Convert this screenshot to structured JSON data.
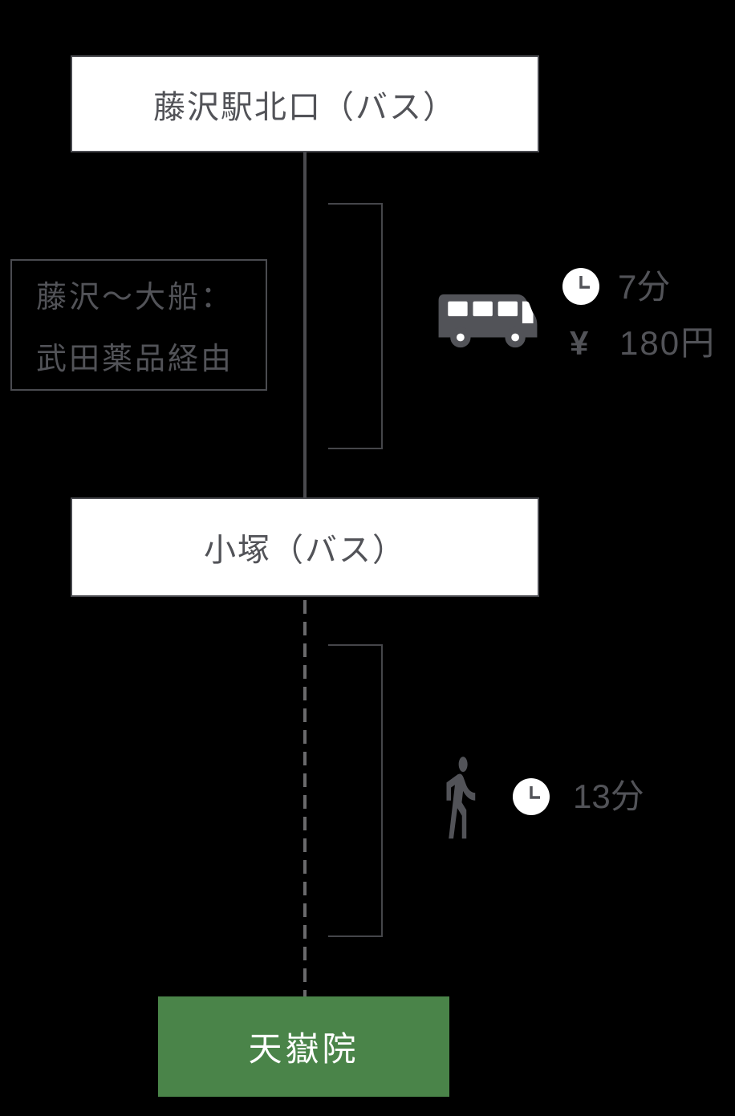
{
  "stations": [
    {
      "label": "藤沢駅北口（バス）",
      "type": "start"
    },
    {
      "label": "小塚（バス）",
      "type": "transfer"
    },
    {
      "label": "天嶽院",
      "type": "destination"
    }
  ],
  "segments": [
    {
      "mode": "bus",
      "mode_icon": "bus-icon",
      "time_icon": "clock-icon",
      "line_style": "solid",
      "note_lines": [
        "藤沢〜大船：",
        "武田薬品経由"
      ],
      "duration": "7分",
      "fare_symbol": "¥",
      "fare": "180円"
    },
    {
      "mode": "walk",
      "mode_icon": "walk-icon",
      "time_icon": "clock-icon",
      "line_style": "dashed",
      "duration": "13分"
    }
  ],
  "colors": {
    "background": "#000000",
    "box_fill": "#ffffff",
    "box_border": "#4a4b50",
    "text_gray": "#525358",
    "line_solid": "#4a4a4e",
    "line_dashed": "#6a6a6c",
    "destination_green": "#4a8449",
    "destination_text": "#ffffff"
  }
}
